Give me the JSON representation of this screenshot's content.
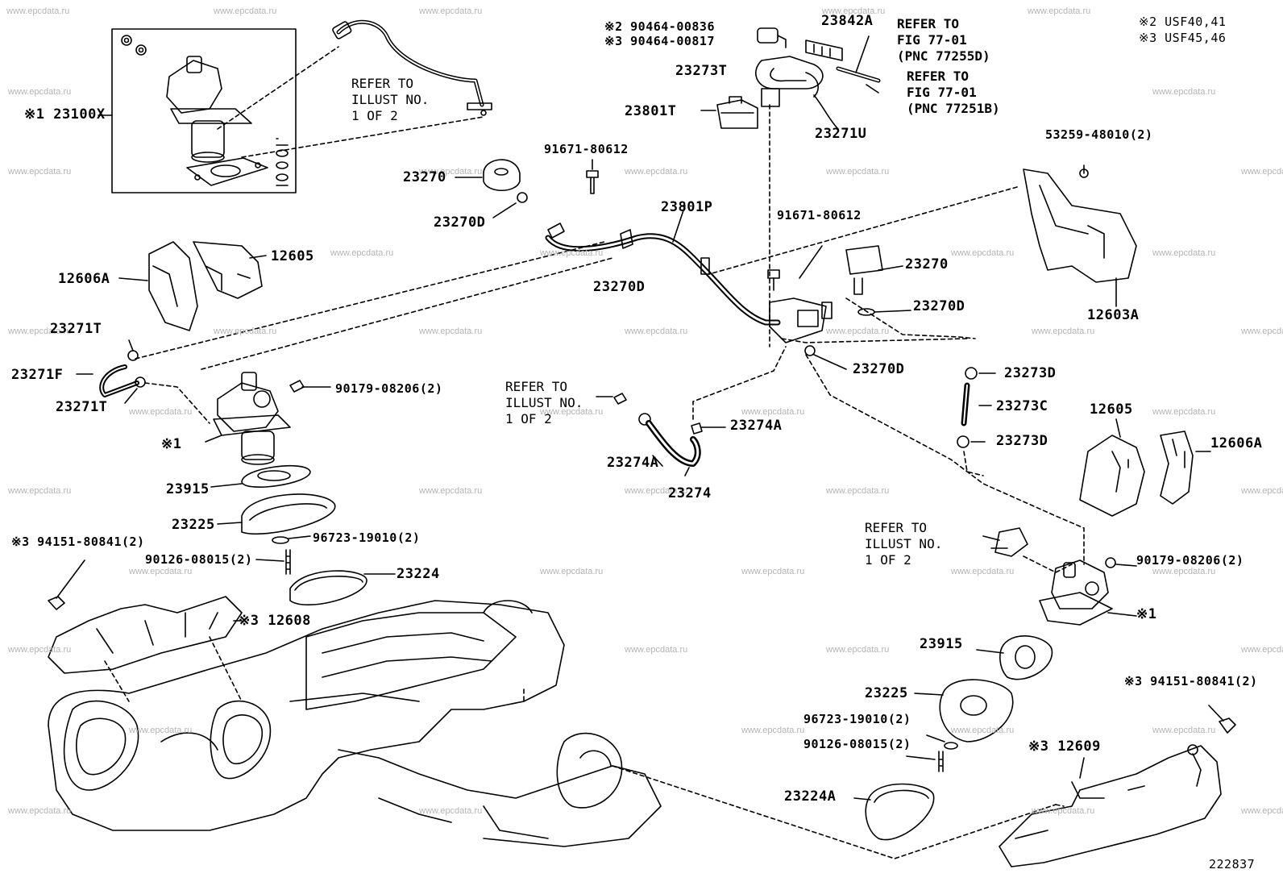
{
  "watermark": "www.epcdata.ru",
  "notes": {
    "note2": "※2 USF40,41",
    "note3": "※3 USF45,46"
  },
  "figure_number": "222837",
  "refs": {
    "illust_top": "REFER TO\nILLUST NO.\n1 OF 2",
    "illust_mid": "REFER TO\nILLUST NO.\n1 OF 2",
    "illust_right": "REFER TO\nILLUST NO.\n1 OF 2",
    "fig_77255d": "REFER TO\nFIG 77-01\n(PNC 77255D)",
    "fig_77251b": "REFER TO\nFIG 77-01\n(PNC 77251B)"
  },
  "labels": {
    "p23100x": "※1 23100X",
    "p90464_00836": "※2  90464-00836",
    "p90464_00817": "※3  90464-00817",
    "p23842a": "23842A",
    "p23273t": "23273T",
    "p23801t": "23801T",
    "p23271u": "23271U",
    "p23270_top": "23270",
    "p23270d_a": "23270D",
    "p91671_a": "91671-80612",
    "p23801p": "23801P",
    "p23270d_b": "23270D",
    "p91671_b": "91671-80612",
    "p23270_r": "23270",
    "p23270d_c": "23270D",
    "p23270d_d": "23270D",
    "p53259": "53259-48010(2)",
    "p12603a": "12603A",
    "p12605_l": "12605",
    "p12606a_l": "12606A",
    "p23271t_a": "23271T",
    "p23271f": "23271F",
    "p23271t_b": "23271T",
    "p90179_l": "90179-08206(2)",
    "star1_l": "※1",
    "p23915_l": "23915",
    "p23225_l": "23225",
    "p96723_l": "96723-19010(2)",
    "p90126_l": "90126-08015(2)",
    "p23224": "23224",
    "p94151_l": "※3  94151-80841(2)",
    "p12608": "※3  12608",
    "p23274a_r": "23274A",
    "p23274a_l": "23274A",
    "p23274": "23274",
    "p23273d_a": "23273D",
    "p23273c": "23273C",
    "p23273d_b": "23273D",
    "p12605_r": "12605",
    "p12606a_r": "12606A",
    "p90179_r": "90179-08206(2)",
    "star1_r": "※1",
    "p23915_r": "23915",
    "p23225_r": "23225",
    "p96723_r": "96723-19010(2)",
    "p90126_r": "90126-08015(2)",
    "p23224a": "23224A",
    "p94151_r": "※3  94151-80841(2)",
    "p12609": "※3  12609"
  }
}
